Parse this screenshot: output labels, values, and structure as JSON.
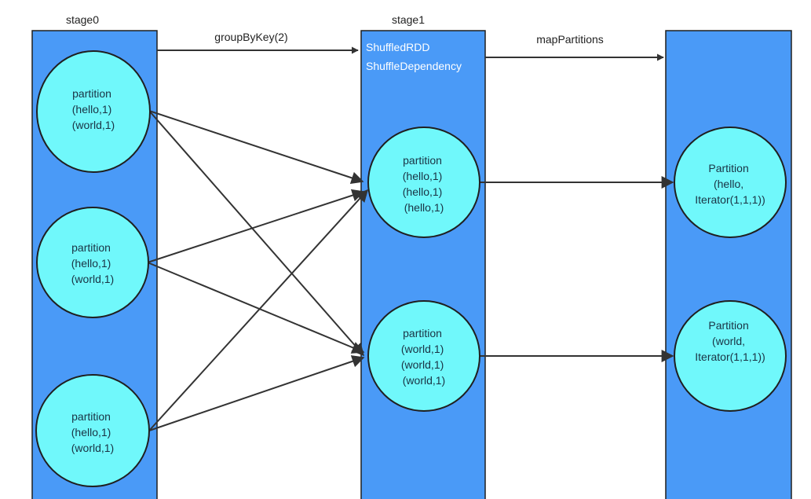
{
  "stages": {
    "stage0_label": "stage0",
    "stage1_label": "stage1"
  },
  "edges": {
    "group_by_key_label": "groupByKey(2)",
    "map_partitions_label": "mapPartitions"
  },
  "stage1_rdd": {
    "line1": "ShuffledRDD",
    "line2": "ShuffleDependency"
  },
  "stage0_partitions": [
    {
      "lines": [
        "partition",
        "(hello,1)",
        "(world,1)"
      ]
    },
    {
      "lines": [
        "partition",
        "(hello,1)",
        "(world,1)"
      ]
    },
    {
      "lines": [
        "partition",
        "(hello,1)",
        "(world,1)"
      ]
    }
  ],
  "stage1_partitions": [
    {
      "lines": [
        "partition",
        "(hello,1)",
        "(hello,1)",
        "(hello,1)"
      ]
    },
    {
      "lines": [
        "partition",
        "(world,1)",
        "(world,1)",
        "(world,1)"
      ]
    }
  ],
  "stage2_partitions": [
    {
      "lines": [
        "Partition",
        "(hello,",
        "Iterator(1,1,1))"
      ]
    },
    {
      "lines": [
        "Partition",
        "(world,",
        "Iterator(1,1,1))"
      ]
    }
  ],
  "colors": {
    "stage_bar": "#4a9af7",
    "partition_node": "#70f8fb",
    "edge": "#333333"
  }
}
